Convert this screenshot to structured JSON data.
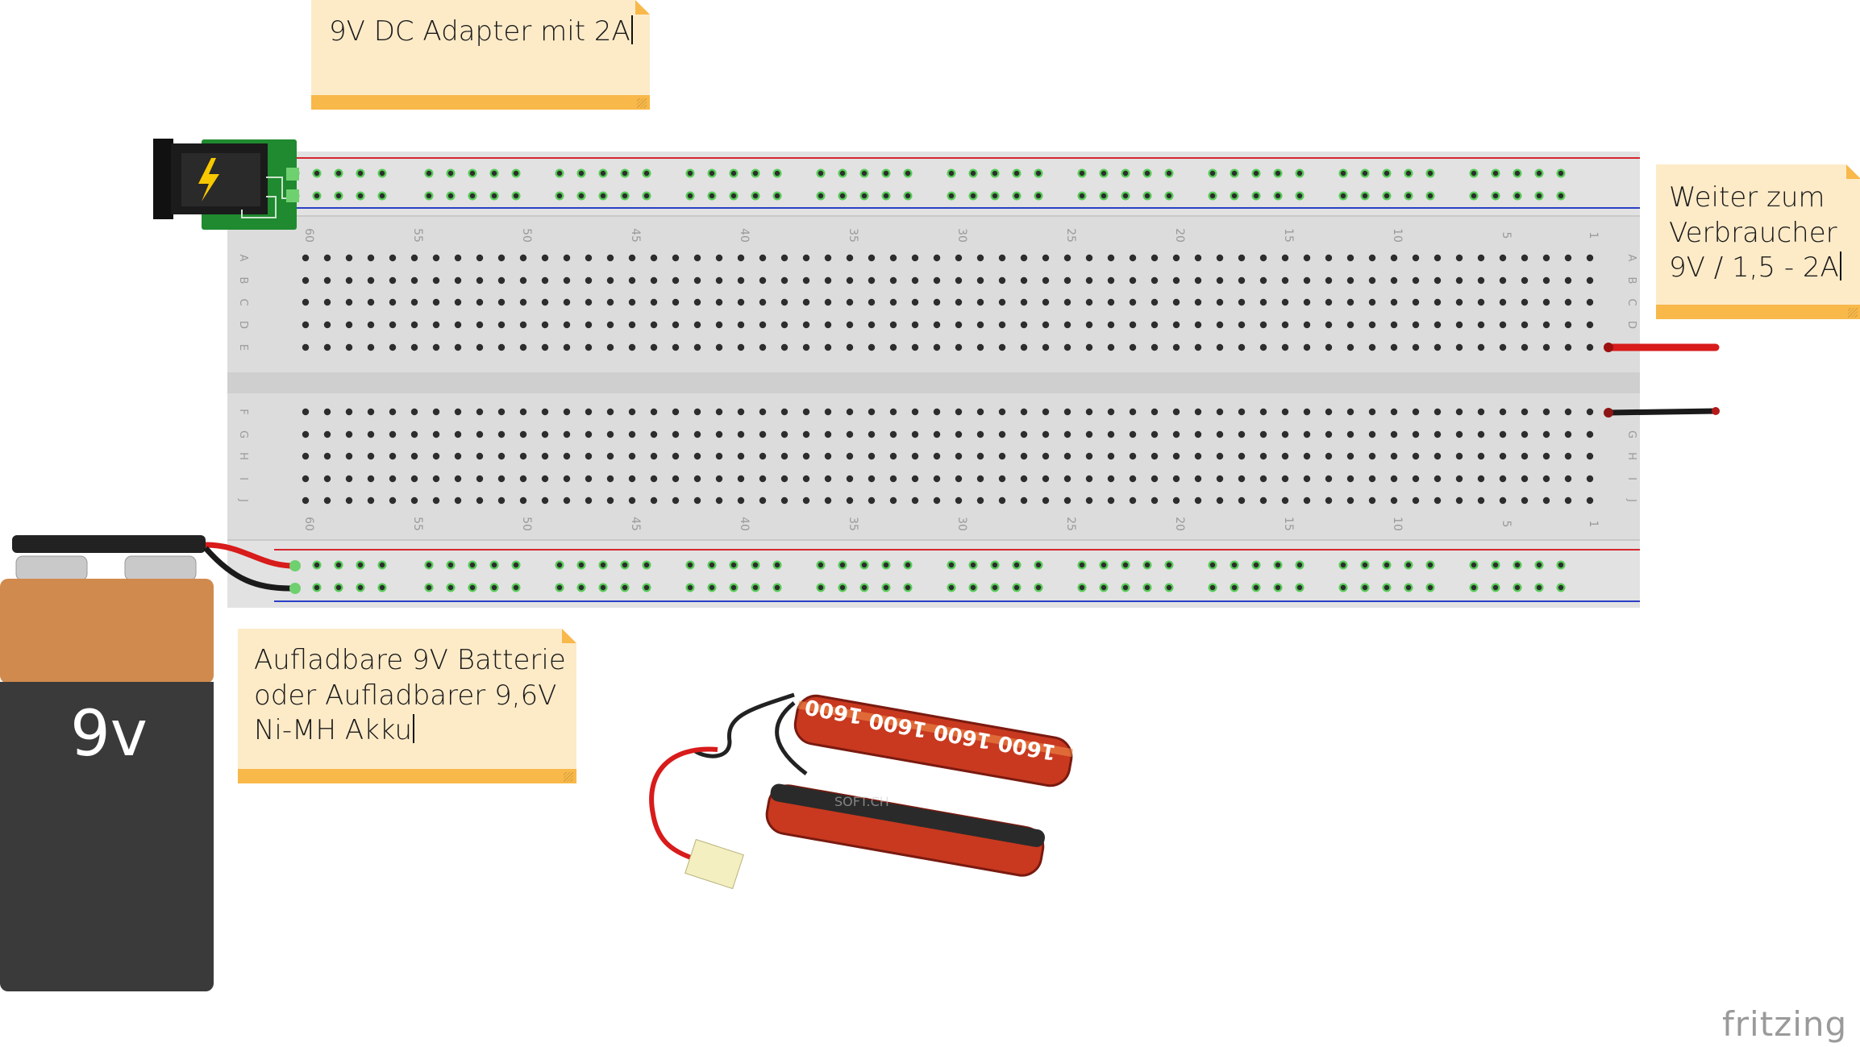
{
  "notes": {
    "adapter": "9V DC Adapter mit 2A",
    "consumer": "Weiter zum\nVerbraucher\n9V / 1,5 - 2A",
    "battery": "Aufladbare 9V Batterie\noder Aufladbarer 9,6V\nNi-MH Akku"
  },
  "battery_label": "9v",
  "column_numbers": [
    "60",
    "55",
    "50",
    "45",
    "40",
    "35",
    "30",
    "25",
    "20",
    "15",
    "10",
    "5",
    "1"
  ],
  "row_letters_top": [
    "A",
    "B",
    "C",
    "D",
    "E"
  ],
  "row_letters_bottom": [
    "F",
    "G",
    "H",
    "I",
    "J"
  ],
  "akku_label": "1600",
  "watermark": "SOFT.CH",
  "logo": "fritzing",
  "colors": {
    "breadboard": "#d9d9d9",
    "rail_red": "#d7262e",
    "rail_blue": "#2b3fc6",
    "connected_hole": "#3ec83e",
    "wire_red": "#d81b1b",
    "wire_black": "#1a1a1a",
    "battery_copper": "#d08a4e",
    "battery_body": "#3a3a3a",
    "note_bg": "#fdebc8",
    "note_bar": "#f8b84a"
  },
  "icons": [
    "lightning-icon"
  ]
}
